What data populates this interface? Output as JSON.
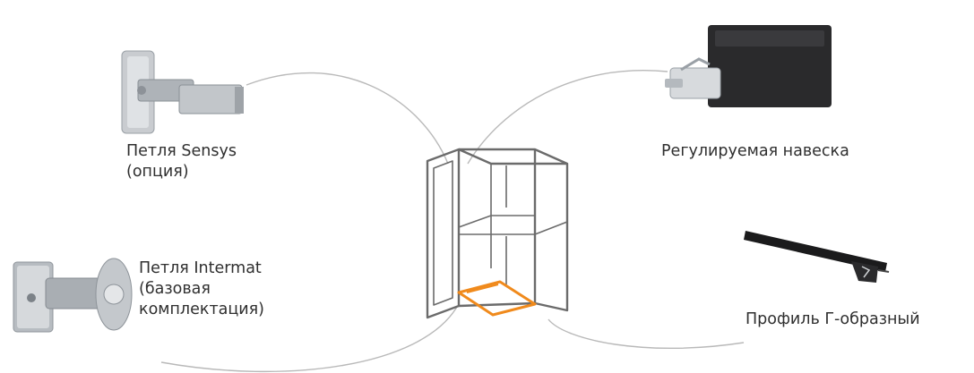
{
  "labels": {
    "sensys": {
      "line1": "Петля Sensys",
      "line2": "(опция)"
    },
    "intermat": {
      "line1": "Петля Intermat",
      "line2": "(базовая",
      "line3": "комплектация)"
    },
    "adjustable": {
      "line1": "Регулируемая навеска"
    },
    "profile": {
      "line1": "Профиль Г-образный"
    }
  },
  "colors": {
    "connector": "#b9b9b9",
    "cabinet_outline": "#6b6b6b",
    "highlight": "#f08a1c"
  },
  "icons": {
    "sensys": "hinge-sensys-photo",
    "intermat": "hinge-intermat-photo",
    "adjustable": "adjustable-hanger-photo",
    "profile": "l-profile-photo",
    "cabinet": "cabinet-diagram"
  }
}
